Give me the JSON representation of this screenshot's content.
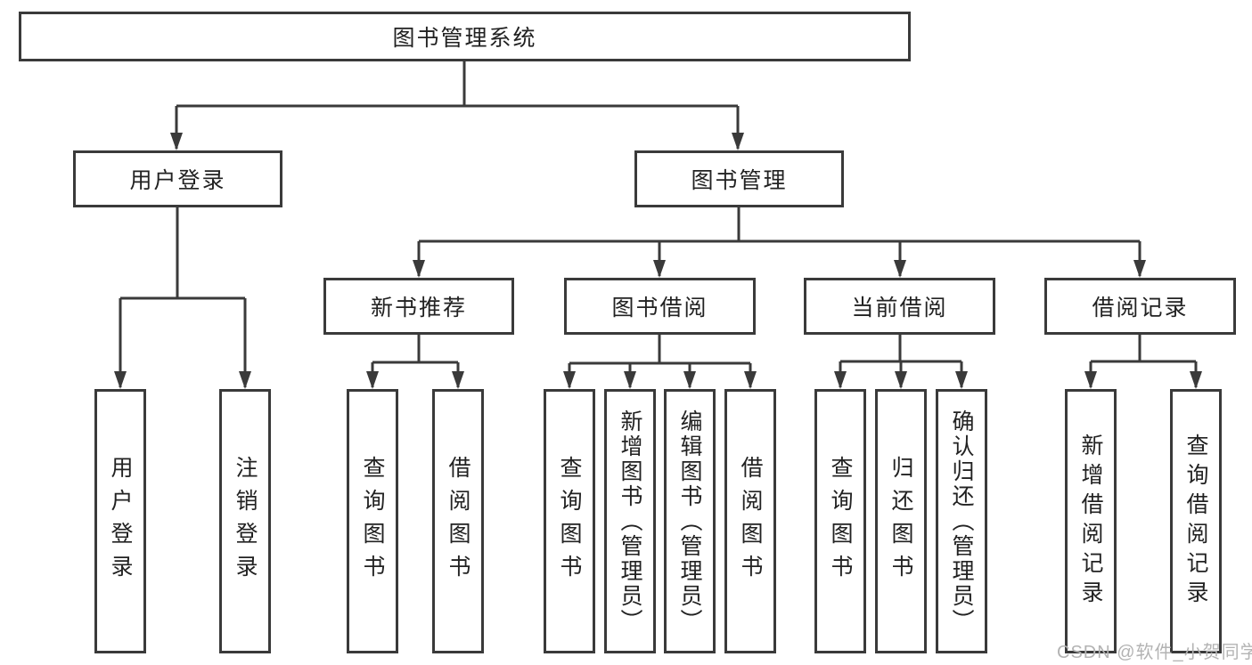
{
  "tree": {
    "label": "图书管理系统",
    "children": [
      {
        "label": "用户登录",
        "children": [
          {
            "label": "用户登录"
          },
          {
            "label": "注销登录"
          }
        ]
      },
      {
        "label": "图书管理",
        "children": [
          {
            "label": "新书推荐",
            "children": [
              {
                "label": "查询图书"
              },
              {
                "label": "借阅图书"
              }
            ]
          },
          {
            "label": "图书借阅",
            "children": [
              {
                "label": "查询图书"
              },
              {
                "label": "新增图书（管理员）"
              },
              {
                "label": "编辑图书（管理员）"
              },
              {
                "label": "借阅图书"
              }
            ]
          },
          {
            "label": "当前借阅",
            "children": [
              {
                "label": "查询图书"
              },
              {
                "label": "归还图书"
              },
              {
                "label": "确认归还（管理员）"
              }
            ]
          },
          {
            "label": "借阅记录",
            "children": [
              {
                "label": "新增借阅记录"
              },
              {
                "label": "查询借阅记录"
              }
            ]
          }
        ]
      }
    ]
  },
  "watermark": {
    "text": "CSDN @软件_小贺同学"
  },
  "colors": {
    "line": "#3a3a3a",
    "box_border": "#3a3a3a",
    "text": "#222222",
    "watermark": "#b3b3b3",
    "background": "#ffffff"
  }
}
